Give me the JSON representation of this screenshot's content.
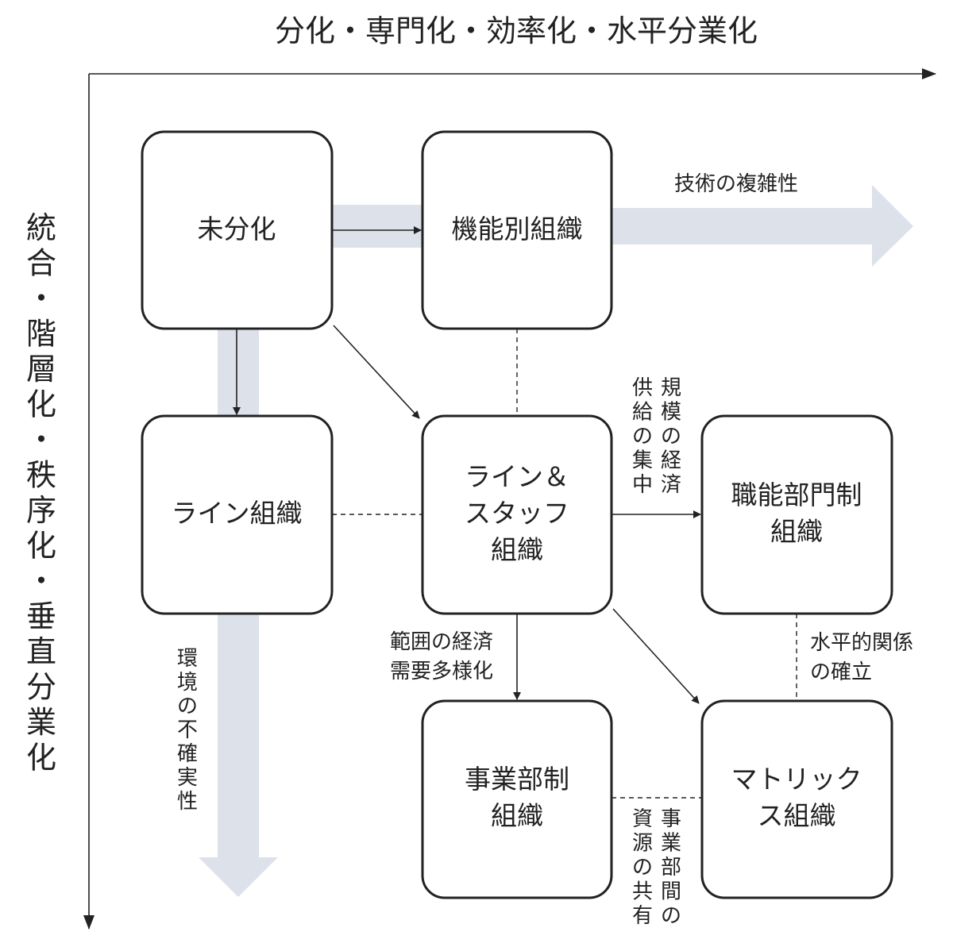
{
  "axes": {
    "horizontal_title": "分化・専門化・効率化・水平分業化",
    "vertical_title": "統合・階層化・秩序化・垂直分業化"
  },
  "nodes": {
    "undifferentiated": [
      "未分化"
    ],
    "functional": [
      "機能別組織"
    ],
    "line": [
      "ライン組織"
    ],
    "line_staff": [
      "ライン＆",
      "スタッフ",
      "組織"
    ],
    "functional_dept": [
      "職能部門制",
      "組織"
    ],
    "divisional": [
      "事業部制",
      "組織"
    ],
    "matrix": [
      "マトリック",
      "ス組織"
    ]
  },
  "annotations": {
    "tech_complexity": "技術の複雑性",
    "env_uncertainty": "環境の不確実性",
    "scale_economy_cols": [
      "規模の経済",
      "供給の集中"
    ],
    "scope_economy": [
      "範囲の経済",
      "需要多様化"
    ],
    "horizontal_relation": [
      "水平的関係",
      "の確立"
    ],
    "resource_sharing_cols": [
      "事業部間の",
      "資源の共有"
    ]
  },
  "colors": {
    "band": "#dde1ea",
    "ink": "#222222"
  }
}
